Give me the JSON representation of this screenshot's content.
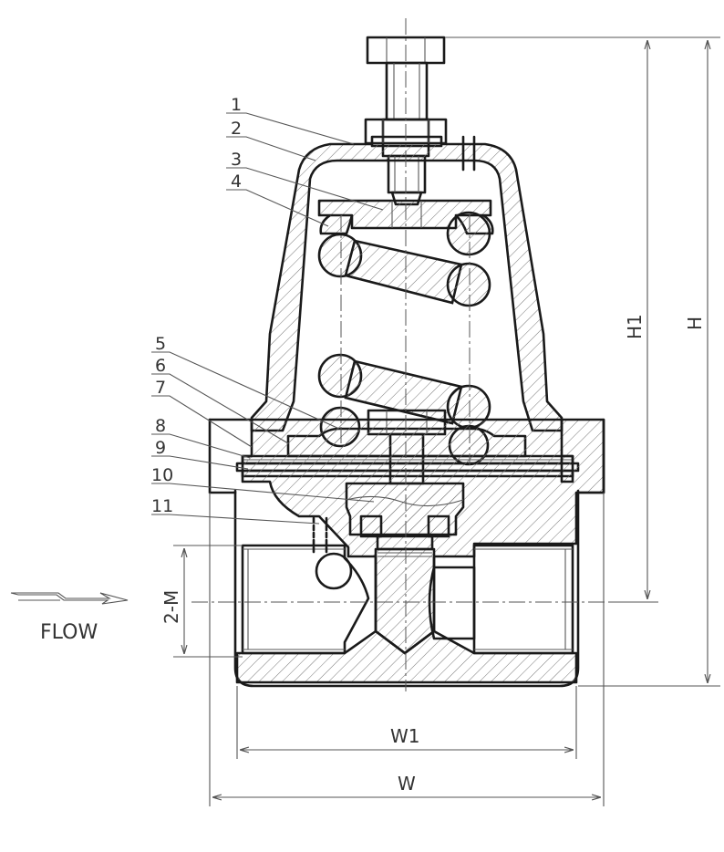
{
  "part_labels": [
    "1",
    "2",
    "3",
    "4",
    "5",
    "6",
    "7",
    "8",
    "9",
    "10",
    "11"
  ],
  "dimensions": {
    "h1": "H1",
    "h": "H",
    "w1": "W1",
    "w": "W",
    "port": "2-M"
  },
  "flow_label": "FLOW",
  "colors": {
    "line": "#1a1a1a",
    "thin_line": "#555555",
    "text": "#333333",
    "background": "#ffffff"
  }
}
